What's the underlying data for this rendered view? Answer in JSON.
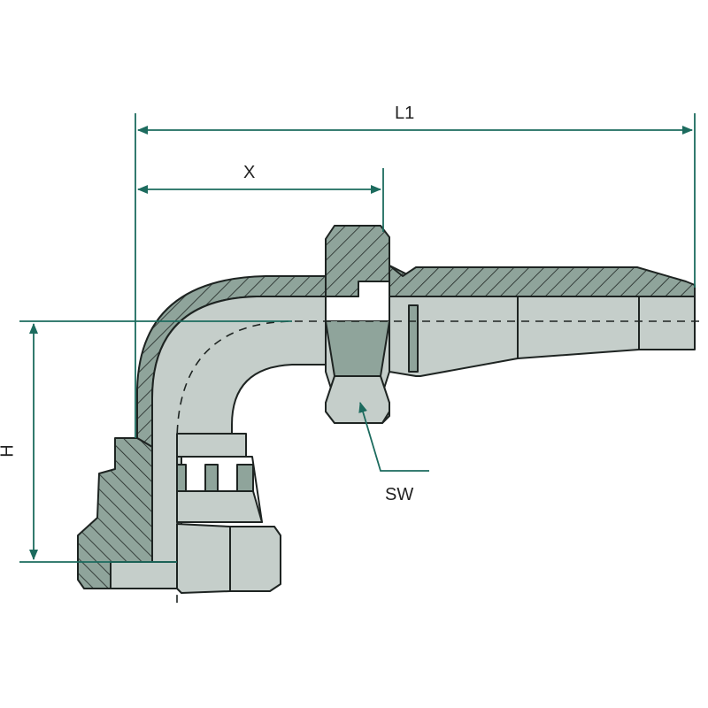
{
  "labels": {
    "l1": "L1",
    "x": "X",
    "h": "H",
    "sw": "SW"
  },
  "colors": {
    "dimension": "#1c6b5e",
    "body": "#c5ceca",
    "section": "#8fa49b",
    "outline": "#1e2422"
  }
}
